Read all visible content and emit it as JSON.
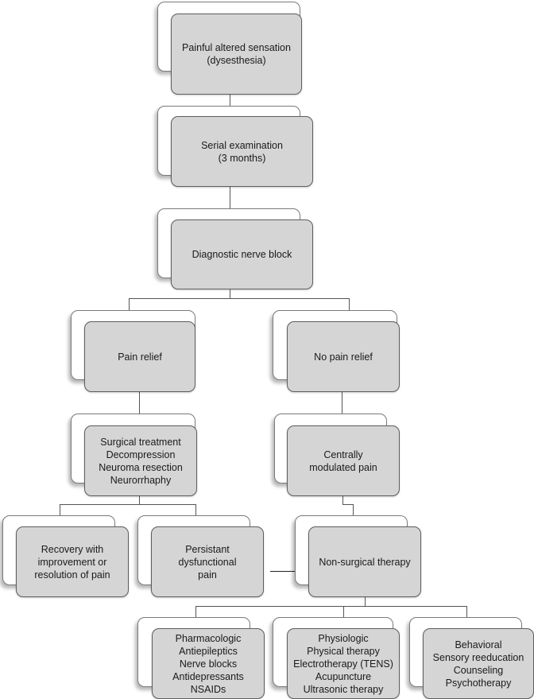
{
  "nodes": {
    "dysesthesia": [
      "Painful altered sensation",
      "(dysesthesia)"
    ],
    "serial_exam": [
      "Serial examination",
      "(3 months)"
    ],
    "nerve_block": [
      "Diagnostic nerve block"
    ],
    "pain_relief": [
      "Pain relief"
    ],
    "no_pain_relief": [
      "No pain relief"
    ],
    "surgical": [
      "Surgical treatment",
      "Decompression",
      "Neuroma resection",
      "Neurorrhaphy"
    ],
    "central": [
      "Centrally",
      "modulated pain"
    ],
    "recovery": [
      "Recovery with",
      "improvement or",
      "resolution of pain"
    ],
    "persistent": [
      "Persistant",
      "dysfunctional",
      "pain"
    ],
    "nonsurgical": [
      "Non-surgical therapy"
    ],
    "pharmacologic": [
      "Pharmacologic",
      "Antiepileptics",
      "Nerve blocks",
      "Antidepressants",
      "NSAIDs"
    ],
    "physiologic": [
      "Physiologic",
      "Physical therapy",
      "Electrotherapy (TENS)",
      "Acupuncture",
      "Ultrasonic therapy"
    ],
    "behavioral": [
      "Behavioral",
      "Sensory reeducation",
      "Counseling",
      "Psychotherapy"
    ]
  }
}
